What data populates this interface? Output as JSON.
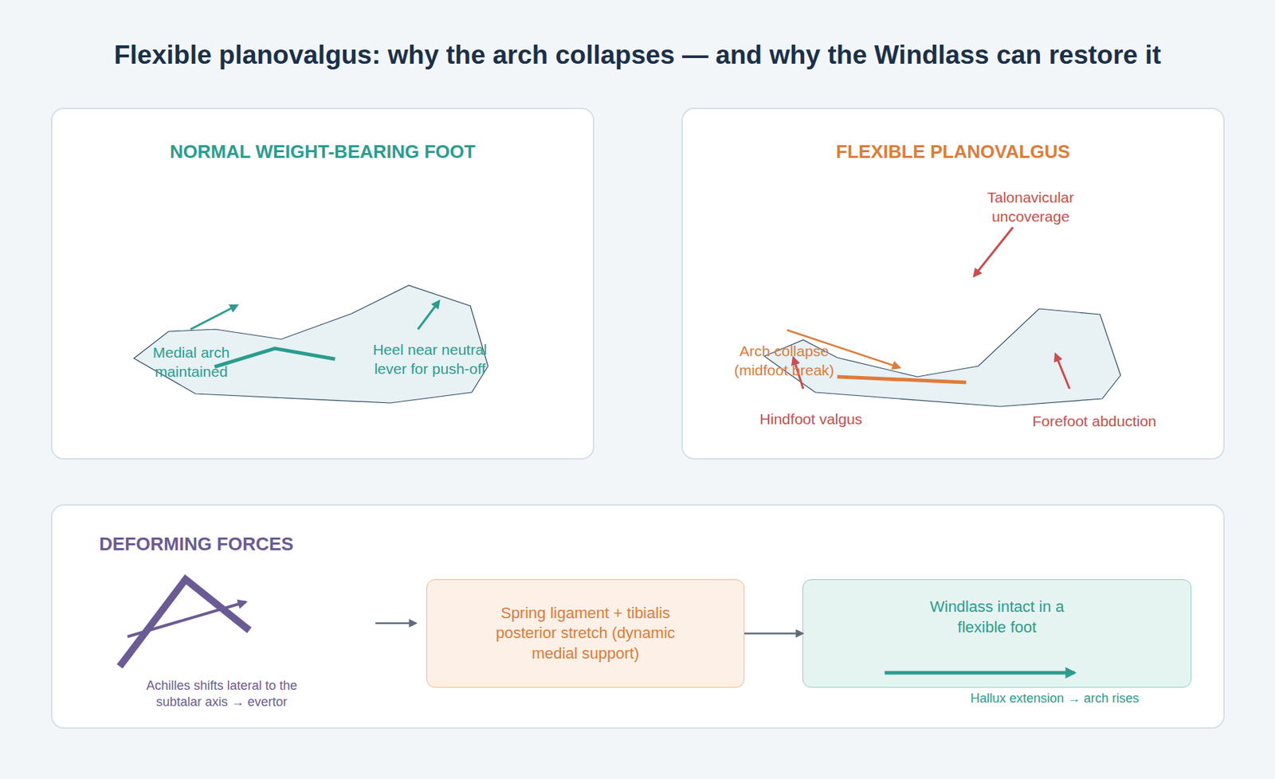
{
  "diagram": {
    "title": "Flexible planovalgus: why the arch collapses — and why the Windlass can restore it",
    "nodes": [
      {
        "text": [
          "NORMAL WEIGHT-BEARING FOOT"
        ]
      },
      {
        "text": [
          "FLEXIBLE PLANOVALGUS"
        ]
      },
      {
        "text": [
          "DEFORMING FORCES"
        ]
      },
      {
        "text": [
          "Spring ligament + tibialis posterior stretch (dynamic medial support)"
        ],
        "in": 2
      },
      {
        "text": [
          "Windlass intact in a flexible foot"
        ],
        "in": 2
      }
    ],
    "edges": [
      {
        "from": 3,
        "to": 4,
        "arrow": "to"
      }
    ],
    "labels": [
      "Medial arch maintained",
      "Heel near neutral lever for push-off",
      "Talonavicular uncoverage",
      "Arch collapse (midfoot break)",
      "Hindfoot valgus",
      "Forefoot abduction",
      "Achilles shifts lateral to the subtalar axis → evertor",
      "Hallux extension → arch rises"
    ]
  }
}
